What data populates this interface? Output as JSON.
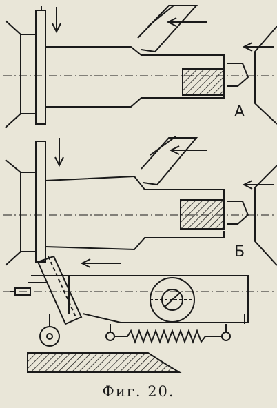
{
  "labels": {
    "a": "А",
    "b": "Б"
  },
  "caption": "Фиг. 20.",
  "colors": {
    "paper": "#e9e6d8",
    "ink": "#1a1a1a"
  }
}
